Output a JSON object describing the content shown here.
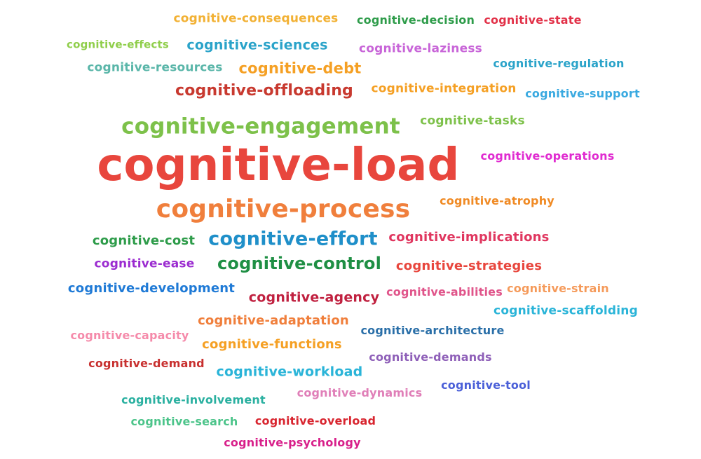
{
  "words": [
    {
      "text": "cognitive-consequences",
      "color": "#f2b134"
    },
    {
      "text": "cognitive-decision",
      "color": "#2e9c4a"
    },
    {
      "text": "cognitive-state",
      "color": "#e23148"
    },
    {
      "text": "cognitive-effects",
      "color": "#8fce4a"
    },
    {
      "text": "cognitive-sciences",
      "color": "#2aa3c9"
    },
    {
      "text": "cognitive-laziness",
      "color": "#c865d8"
    },
    {
      "text": "cognitive-resources",
      "color": "#5ab6a9"
    },
    {
      "text": "cognitive-debt",
      "color": "#f5a024"
    },
    {
      "text": "cognitive-regulation",
      "color": "#2aa3c9"
    },
    {
      "text": "cognitive-offloading",
      "color": "#c8392f"
    },
    {
      "text": "cognitive-integration",
      "color": "#f5a024"
    },
    {
      "text": "cognitive-support",
      "color": "#39a9e0"
    },
    {
      "text": "cognitive-engagement",
      "color": "#7dc14a"
    },
    {
      "text": "cognitive-tasks",
      "color": "#7dc14a"
    },
    {
      "text": "cognitive-load",
      "color": "#e8463d"
    },
    {
      "text": "cognitive-operations",
      "color": "#e02bd0"
    },
    {
      "text": "cognitive-atrophy",
      "color": "#f08a24"
    },
    {
      "text": "cognitive-process",
      "color": "#f07f3c"
    },
    {
      "text": "cognitive-cost",
      "color": "#2e9c4a"
    },
    {
      "text": "cognitive-effort",
      "color": "#1f8fc9"
    },
    {
      "text": "cognitive-implications",
      "color": "#e0365f"
    },
    {
      "text": "cognitive-ease",
      "color": "#9b2bd0"
    },
    {
      "text": "cognitive-control",
      "color": "#1f8f44"
    },
    {
      "text": "cognitive-strategies",
      "color": "#e8463d"
    },
    {
      "text": "cognitive-development",
      "color": "#1f7ad6"
    },
    {
      "text": "cognitive-agency",
      "color": "#c0203f"
    },
    {
      "text": "cognitive-abilities",
      "color": "#e0548a"
    },
    {
      "text": "cognitive-strain",
      "color": "#f59a5a"
    },
    {
      "text": "cognitive-scaffolding",
      "color": "#2ab4d8"
    },
    {
      "text": "cognitive-capacity",
      "color": "#f58aaa"
    },
    {
      "text": "cognitive-adaptation",
      "color": "#f07f3c"
    },
    {
      "text": "cognitive-architecture",
      "color": "#2a6fa8"
    },
    {
      "text": "cognitive-functions",
      "color": "#f5a024"
    },
    {
      "text": "cognitive-demand",
      "color": "#c8302f"
    },
    {
      "text": "cognitive-demands",
      "color": "#8e5fb8"
    },
    {
      "text": "cognitive-workload",
      "color": "#2ab4d8"
    },
    {
      "text": "cognitive-tool",
      "color": "#4a5fd8"
    },
    {
      "text": "cognitive-dynamics",
      "color": "#e07fb8"
    },
    {
      "text": "cognitive-involvement",
      "color": "#2ab0a0"
    },
    {
      "text": "cognitive-search",
      "color": "#4cc48a"
    },
    {
      "text": "cognitive-overload",
      "color": "#d8252f"
    },
    {
      "text": "cognitive-psychology",
      "color": "#d81f8a"
    }
  ]
}
